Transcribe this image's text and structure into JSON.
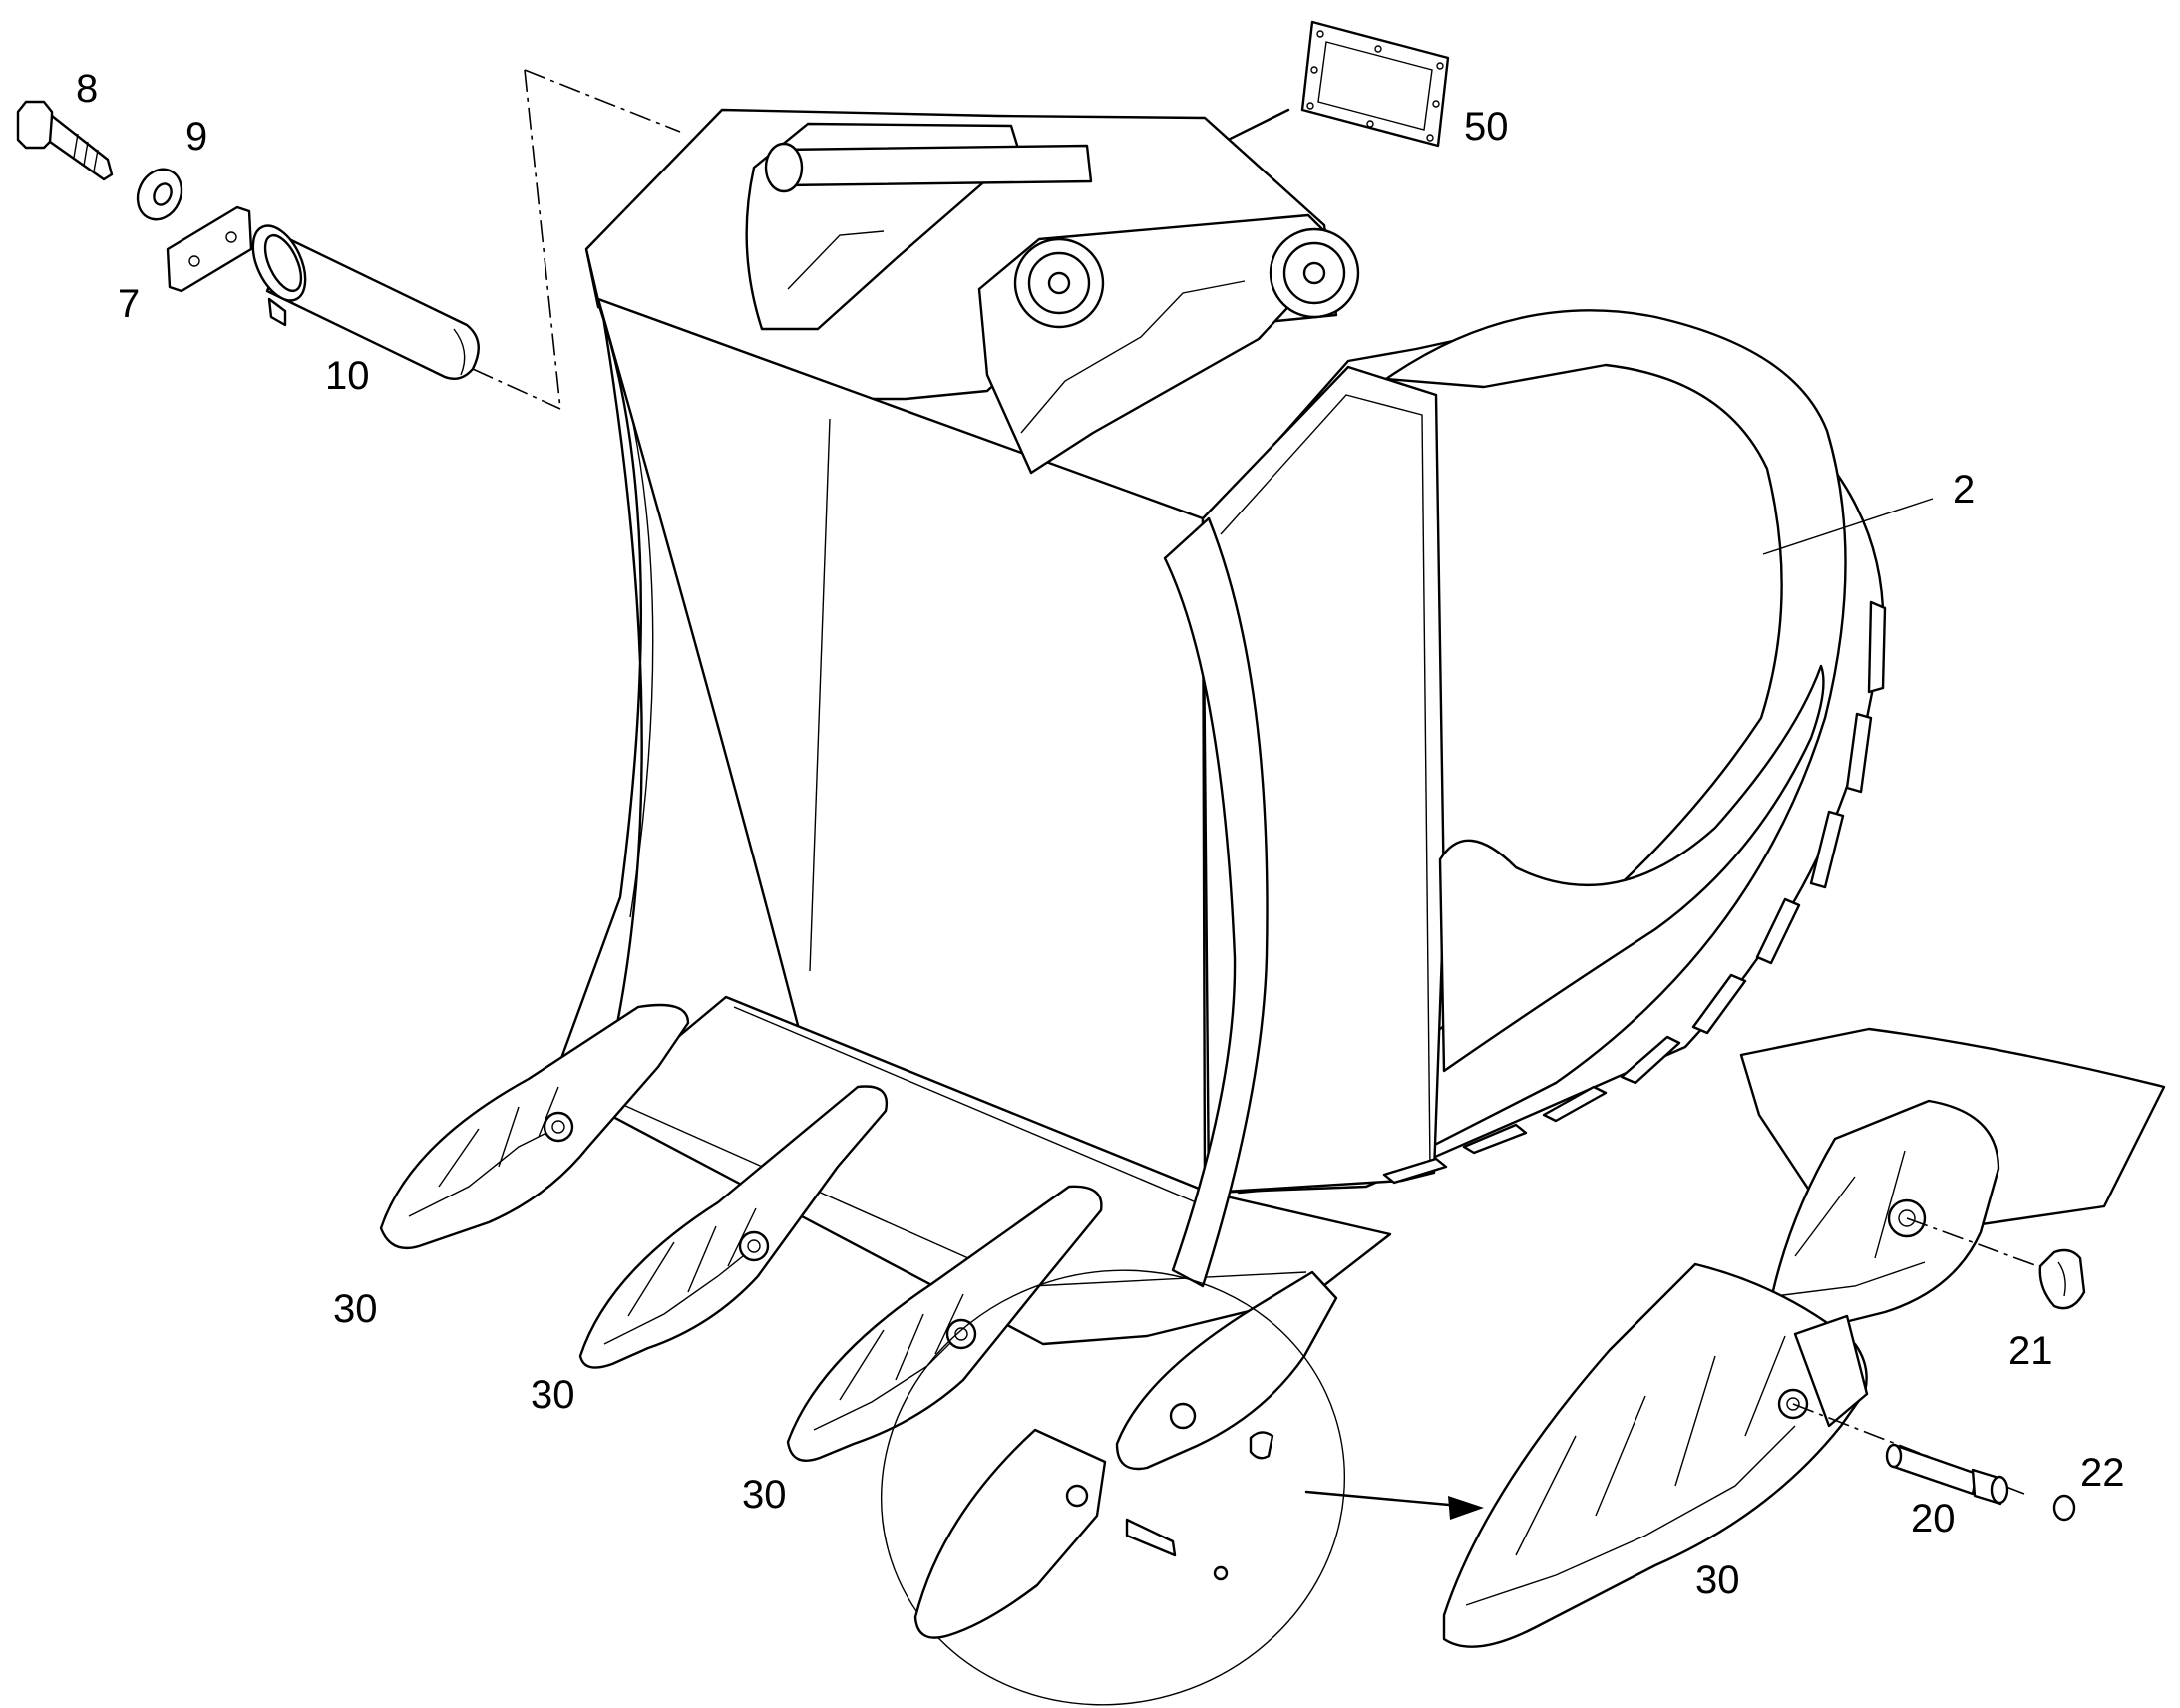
{
  "diagram": {
    "callouts": {
      "c8": "8",
      "c9": "9",
      "c7": "7",
      "c10": "10",
      "c50": "50",
      "c2": "2",
      "c30a": "30",
      "c30b": "30",
      "c30c": "30",
      "c30d": "30",
      "c21": "21",
      "c22": "22",
      "c20": "20"
    },
    "parts": [
      "bucket-body",
      "pin",
      "bolt",
      "washer",
      "plate",
      "cover-plate",
      "tooth",
      "tooth-adapter",
      "retainer",
      "tooth-pin",
      "lock"
    ]
  }
}
